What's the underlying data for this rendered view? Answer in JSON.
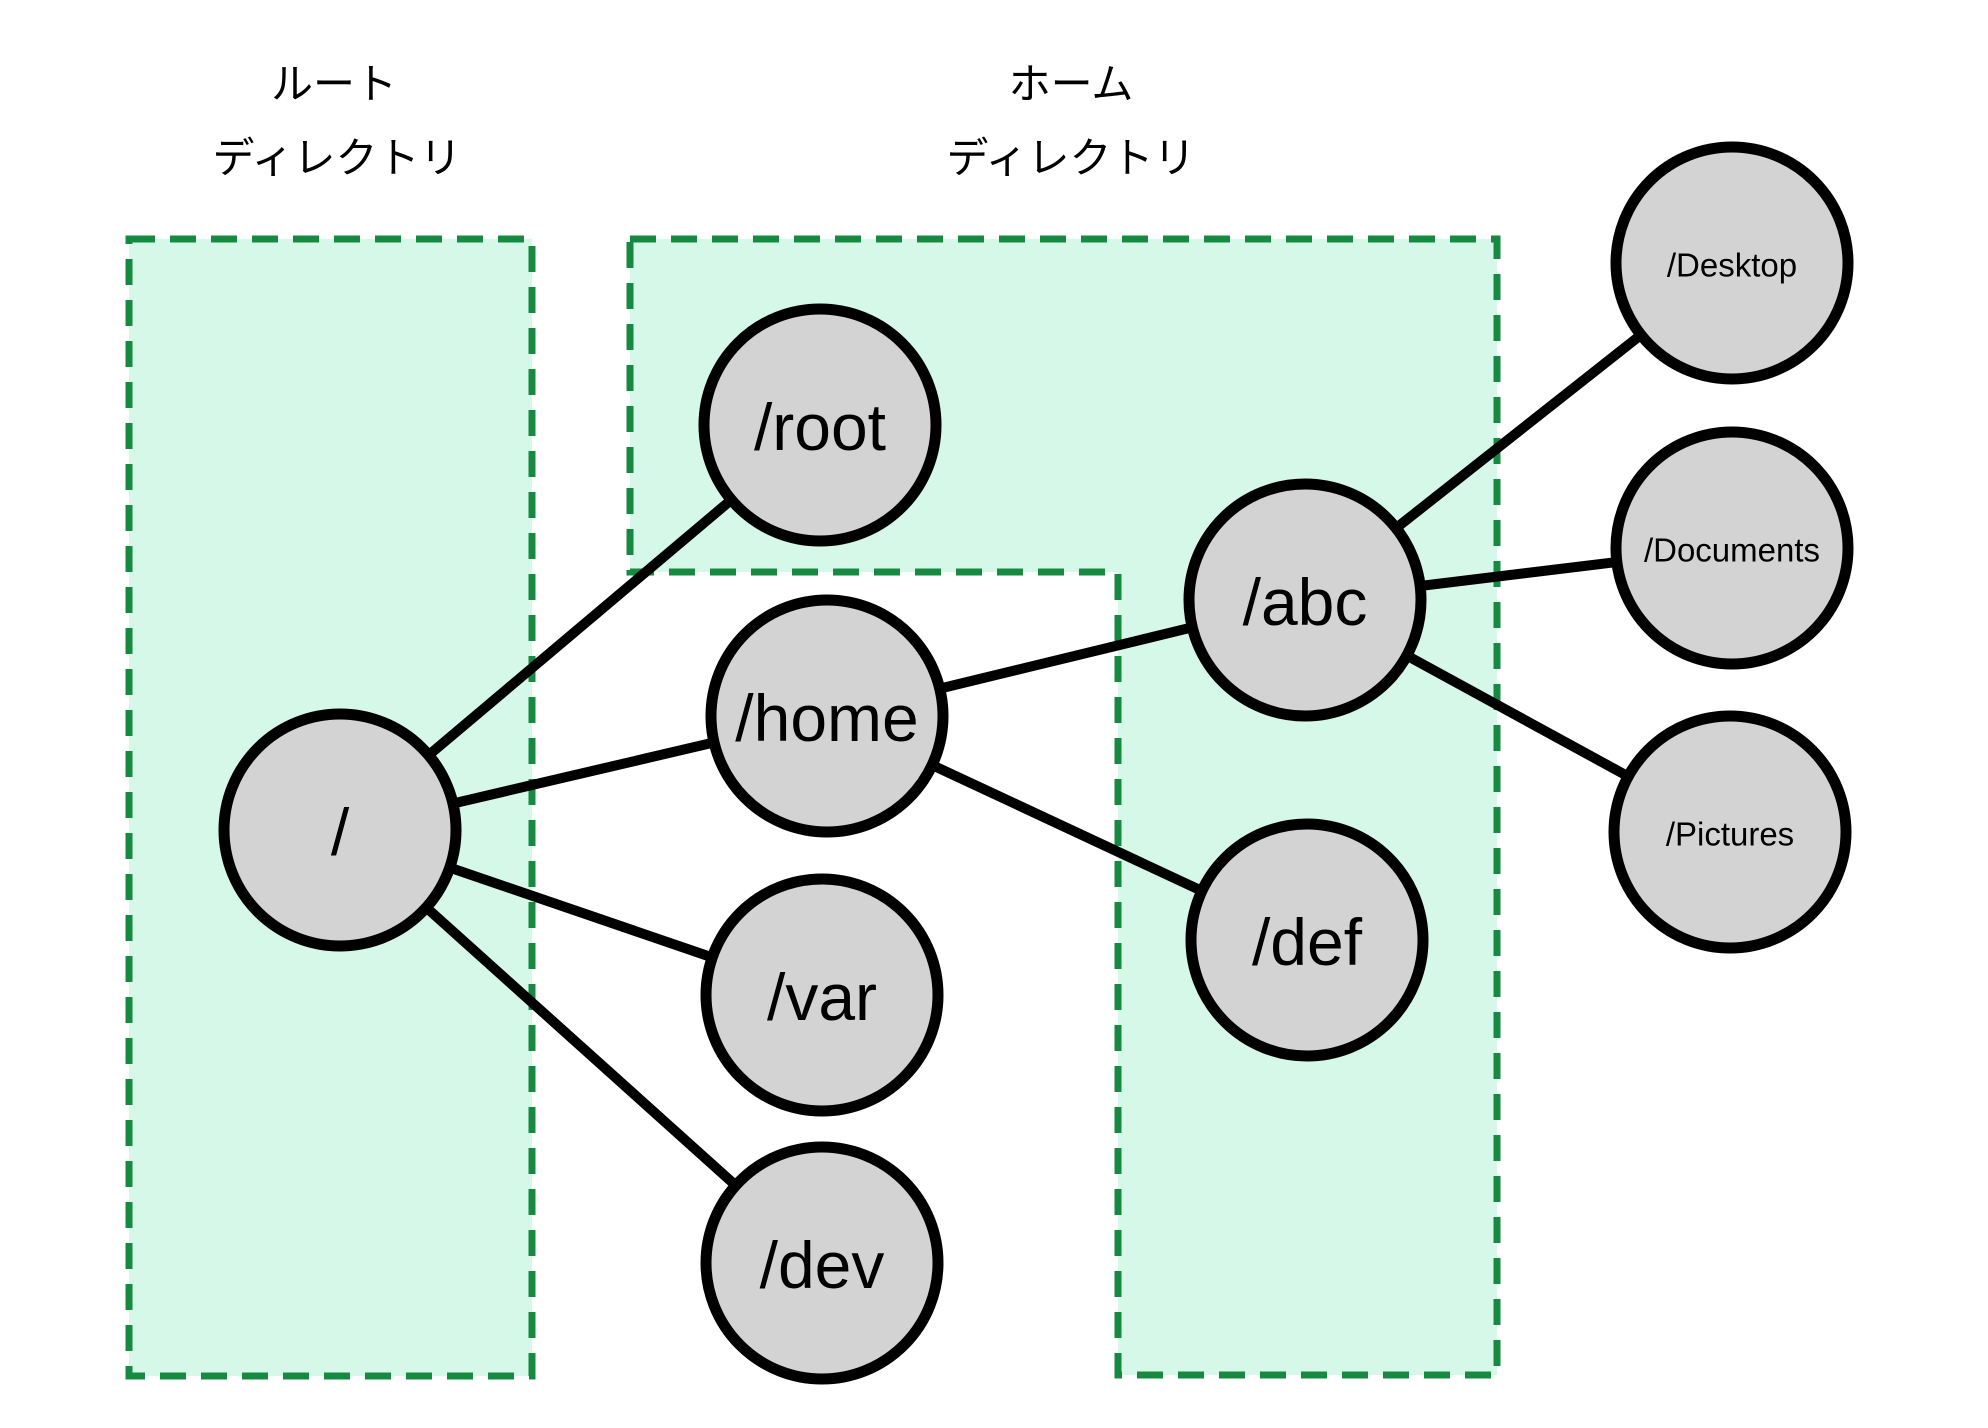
{
  "regions": {
    "root_label": {
      "line1": "ルート",
      "line2": "ディレクトリ"
    },
    "home_label": {
      "line1": "ホーム",
      "line2": "ディレクトリ"
    }
  },
  "nodes": {
    "slash": {
      "label": "/"
    },
    "root": {
      "label": "/root"
    },
    "home": {
      "label": "/home"
    },
    "var": {
      "label": "/var"
    },
    "dev": {
      "label": "/dev"
    },
    "abc": {
      "label": "/abc"
    },
    "def": {
      "label": "/def"
    },
    "desktop": {
      "label": "/Desktop"
    },
    "documents": {
      "label": "/Documents"
    },
    "pictures": {
      "label": "/Pictures"
    }
  },
  "edges": [
    [
      "/",
      "/root"
    ],
    [
      "/",
      "/home"
    ],
    [
      "/",
      "/var"
    ],
    [
      "/",
      "/dev"
    ],
    [
      "/home",
      "/abc"
    ],
    [
      "/home",
      "/def"
    ],
    [
      "/abc",
      "/Desktop"
    ],
    [
      "/abc",
      "/Documents"
    ],
    [
      "/abc",
      "/Pictures"
    ]
  ],
  "colors": {
    "region_fill": "#d5f8e8",
    "region_stroke": "#178a42",
    "node_fill": "#d3d3d3",
    "node_stroke": "#000000",
    "edge": "#000000",
    "text": "#000000",
    "background": "#ffffff"
  }
}
